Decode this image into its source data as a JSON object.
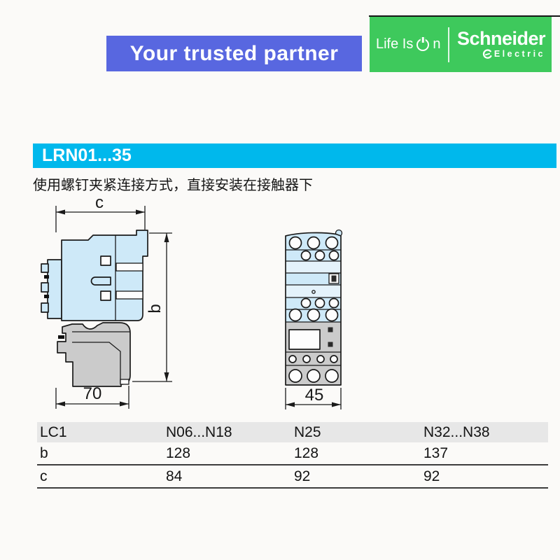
{
  "header": {
    "banner_text": "Your trusted partner",
    "banner_bg": "#5867E0",
    "logo_bg": "#3EC95C",
    "logo_life_is": "Life Is",
    "logo_on_letter": "n",
    "logo_brand": "Schneider",
    "logo_brand_sub": "Electric"
  },
  "section": {
    "title": "LRN01...35",
    "title_bar_color": "#00B8EC",
    "subtitle": "使用螺钉夹紧连接方式，直接安装在接触器下"
  },
  "diagram": {
    "side_view": {
      "dim_depth_label": "c",
      "dim_height_label": "b",
      "dim_width_label": "70"
    },
    "front_view": {
      "dim_width_label": "45"
    },
    "contactor_fill": "#CEE9F8",
    "relay_fill": "#CBCBCB",
    "outline_color": "#1a1a1a"
  },
  "table": {
    "headers": [
      "LC1",
      "N06...N18",
      "N25",
      "N32...N38"
    ],
    "rows": [
      {
        "label": "b",
        "values": [
          "128",
          "128",
          "137"
        ]
      },
      {
        "label": "c",
        "values": [
          "84",
          "92",
          "92"
        ]
      }
    ]
  }
}
